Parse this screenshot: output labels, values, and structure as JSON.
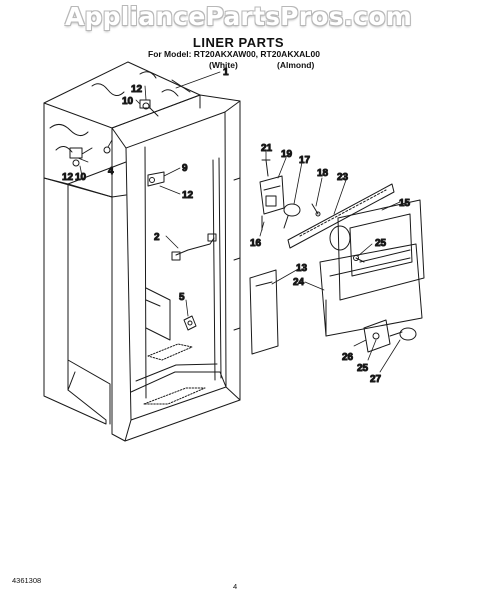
{
  "watermark": "AppliancePartsPros.com",
  "header": {
    "title": "LINER PARTS",
    "model_line": "For Model: RT20AKXAW00, RT20AKXAL00",
    "color_white": "(White)",
    "color_almond": "(Almond)"
  },
  "callouts": [
    "1",
    "12",
    "10",
    "4",
    "12",
    "10",
    "9",
    "12",
    "2",
    "5",
    "21",
    "19",
    "17",
    "18",
    "23",
    "15",
    "16",
    "25",
    "13",
    "24",
    "26",
    "25",
    "27"
  ],
  "footer": {
    "part_number": "4361308",
    "page": "4"
  }
}
